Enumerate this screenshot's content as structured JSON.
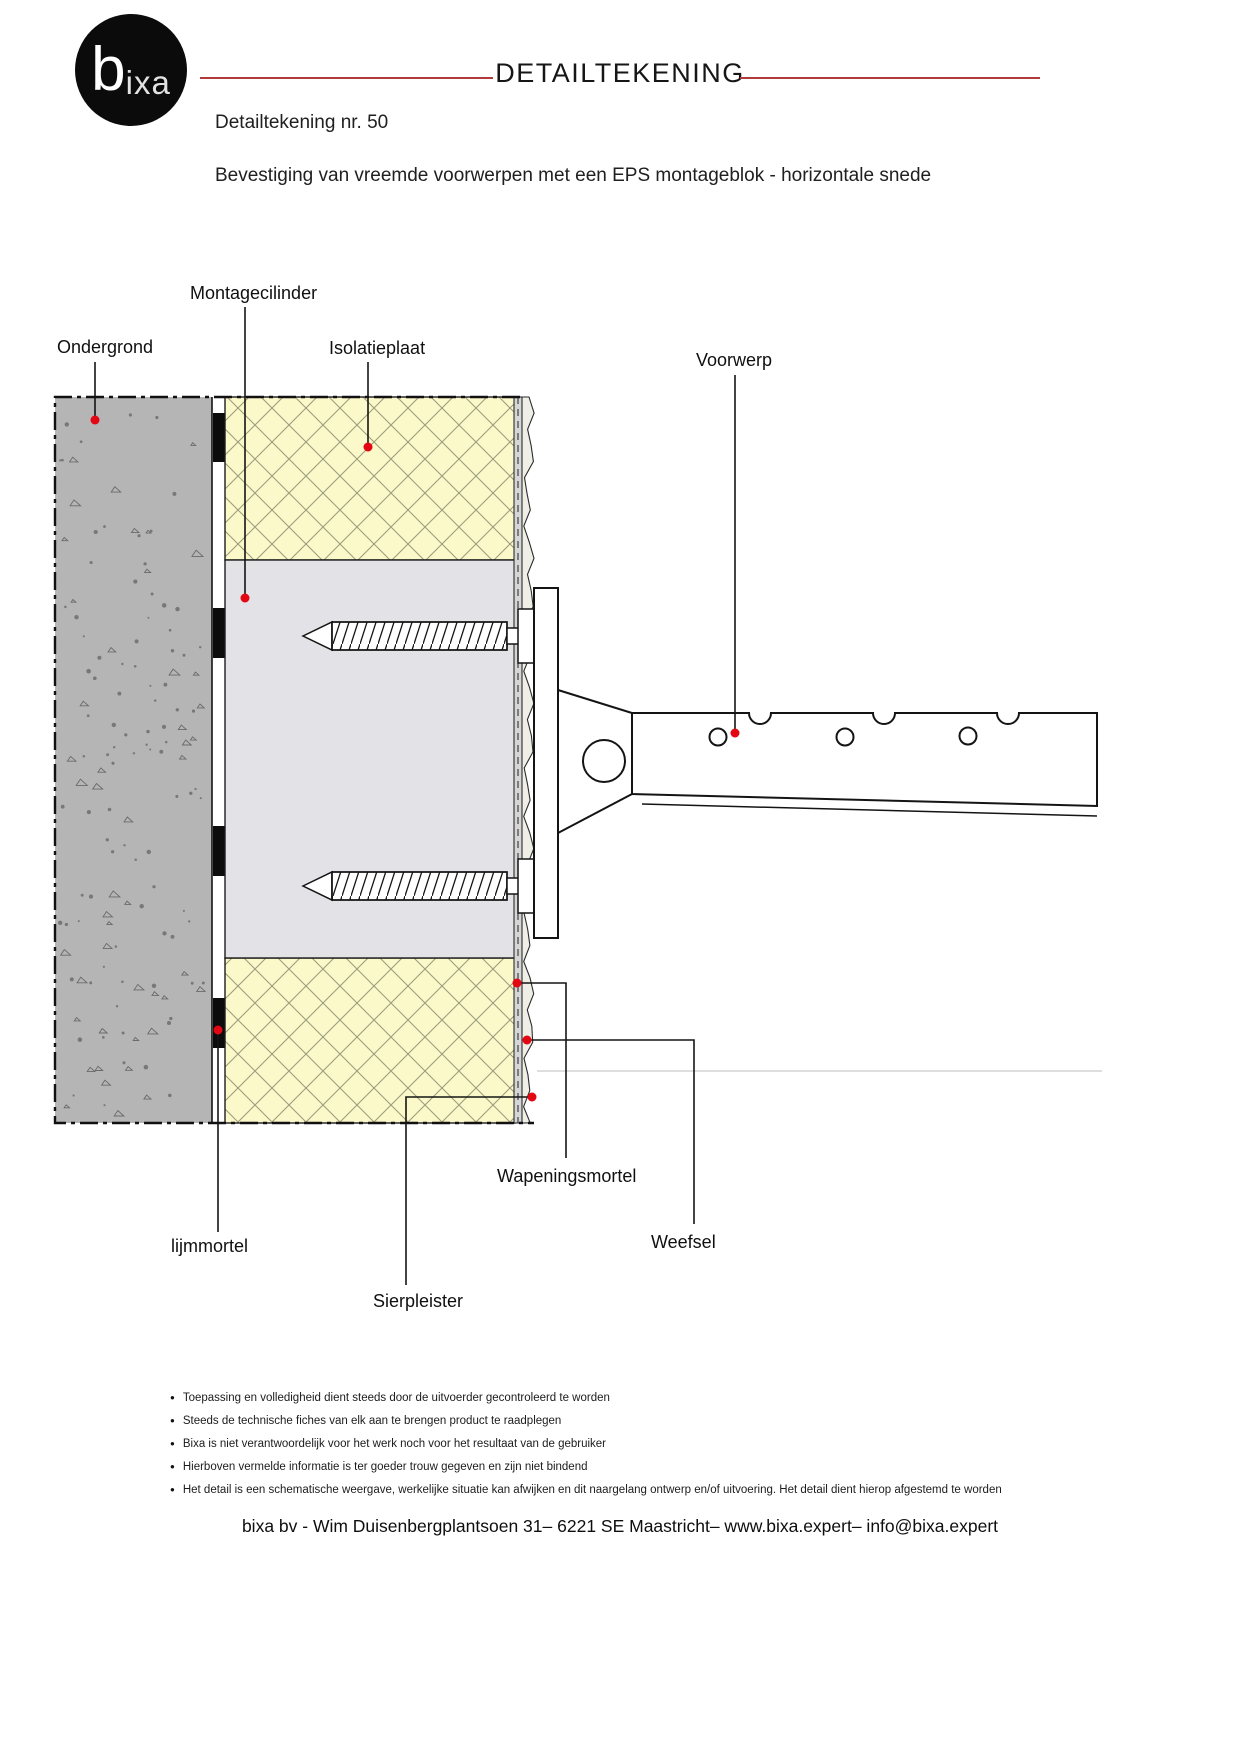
{
  "header": {
    "logo_b": "b",
    "logo_rest": "ixa",
    "title": "DETAILTEKENING",
    "drawing_number": "Detailtekening nr. 50",
    "subtitle": "Bevestiging van vreemde voorwerpen met een EPS montageblok - horizontale snede"
  },
  "diagram": {
    "labels": {
      "montagecilinder": "Montagecilinder",
      "ondergrond": "Ondergrond",
      "isolatieplaat": "Isolatieplaat",
      "voorwerp": "Voorwerp",
      "wapeningsmortel": "Wapeningsmortel",
      "weefsel": "Weefsel",
      "lijmmortel": "lijmmortel",
      "sierpleister": "Sierpleister"
    },
    "colors": {
      "marker_red": "#e30613",
      "accent_rule": "#b13a3a",
      "insulation": "#fbf8c9",
      "concrete": "#b5b5b5",
      "eps_block": "#e3e3e7"
    }
  },
  "notes": {
    "items": [
      "Toepassing en volledigheid dient steeds door de uitvoerder gecontroleerd te worden",
      "Steeds de technische fiches van elk aan te brengen product te raadplegen",
      "Bixa is niet verantwoordelijk voor het werk noch voor het resultaat van de gebruiker",
      "Hierboven vermelde informatie is ter goeder trouw gegeven en zijn niet bindend",
      "Het detail is een schematische weergave, werkelijke situatie kan afwijken en dit naargelang ontwerp en/of uitvoering. Het detail dient hierop afgestemd te worden"
    ]
  },
  "footer": {
    "address": "bixa bv - Wim Duisenbergplantsoen 31– 6221 SE Maastricht– www.bixa.expert– info@bixa.expert"
  }
}
